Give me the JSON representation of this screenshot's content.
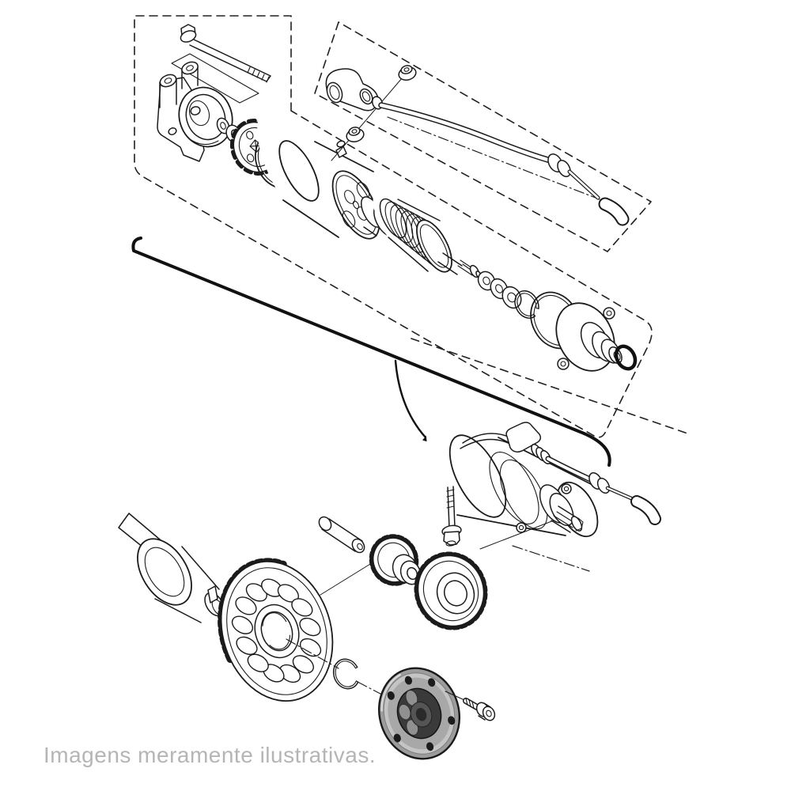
{
  "page": {
    "background": "#ffffff"
  },
  "caption": {
    "text": "Imagens meramente ilustrativas.",
    "color": "#b5b5b5"
  },
  "diagram": {
    "type": "exploded-parts-diagram",
    "subject": "motorcycle starter motor and starter clutch assembly",
    "line_color": "#1b1b1b",
    "colors": {
      "clutch_body": "#9c9c9c",
      "clutch_rim": "#c4c4c4",
      "clutch_face": "#a8a8a8",
      "clutch_cavity": "#3a3a3a",
      "clutch_rollers": "#909090"
    },
    "groups": [
      {
        "name": "starter-motor-exploded",
        "parts": [
          "rear-bracket",
          "through-bolt",
          "mounting-plate",
          "flat-washer",
          "spacer-collar",
          "brush-plate",
          "o-ring-seal",
          "motor-yoke",
          "terminal-stud",
          "armature",
          "shim-washer-1",
          "shim-washer-2",
          "shim-washer-3",
          "snap-ring",
          "sealing-ring",
          "front-bracket",
          "o-ring-small"
        ]
      },
      {
        "name": "cable-group",
        "parts": [
          "terminal-boot",
          "terminal-nut-upper",
          "terminal-nut-lower",
          "starter-cable",
          "cable-ferrule",
          "cable-end-boot"
        ]
      },
      {
        "name": "starter-motor-assembled",
        "parts": [
          "motor-assembly",
          "mounting-lugs",
          "mounting-bolt",
          "starter-cable-lower",
          "cable-end-boot-lower"
        ]
      },
      {
        "name": "starter-clutch-group",
        "parts": [
          "crankshaft-end",
          "primary-driven-gear",
          "idler-pin",
          "idler-gear",
          "starter-driven-gear",
          "circlip",
          "one-way-clutch",
          "clutch-bolt"
        ]
      }
    ]
  }
}
